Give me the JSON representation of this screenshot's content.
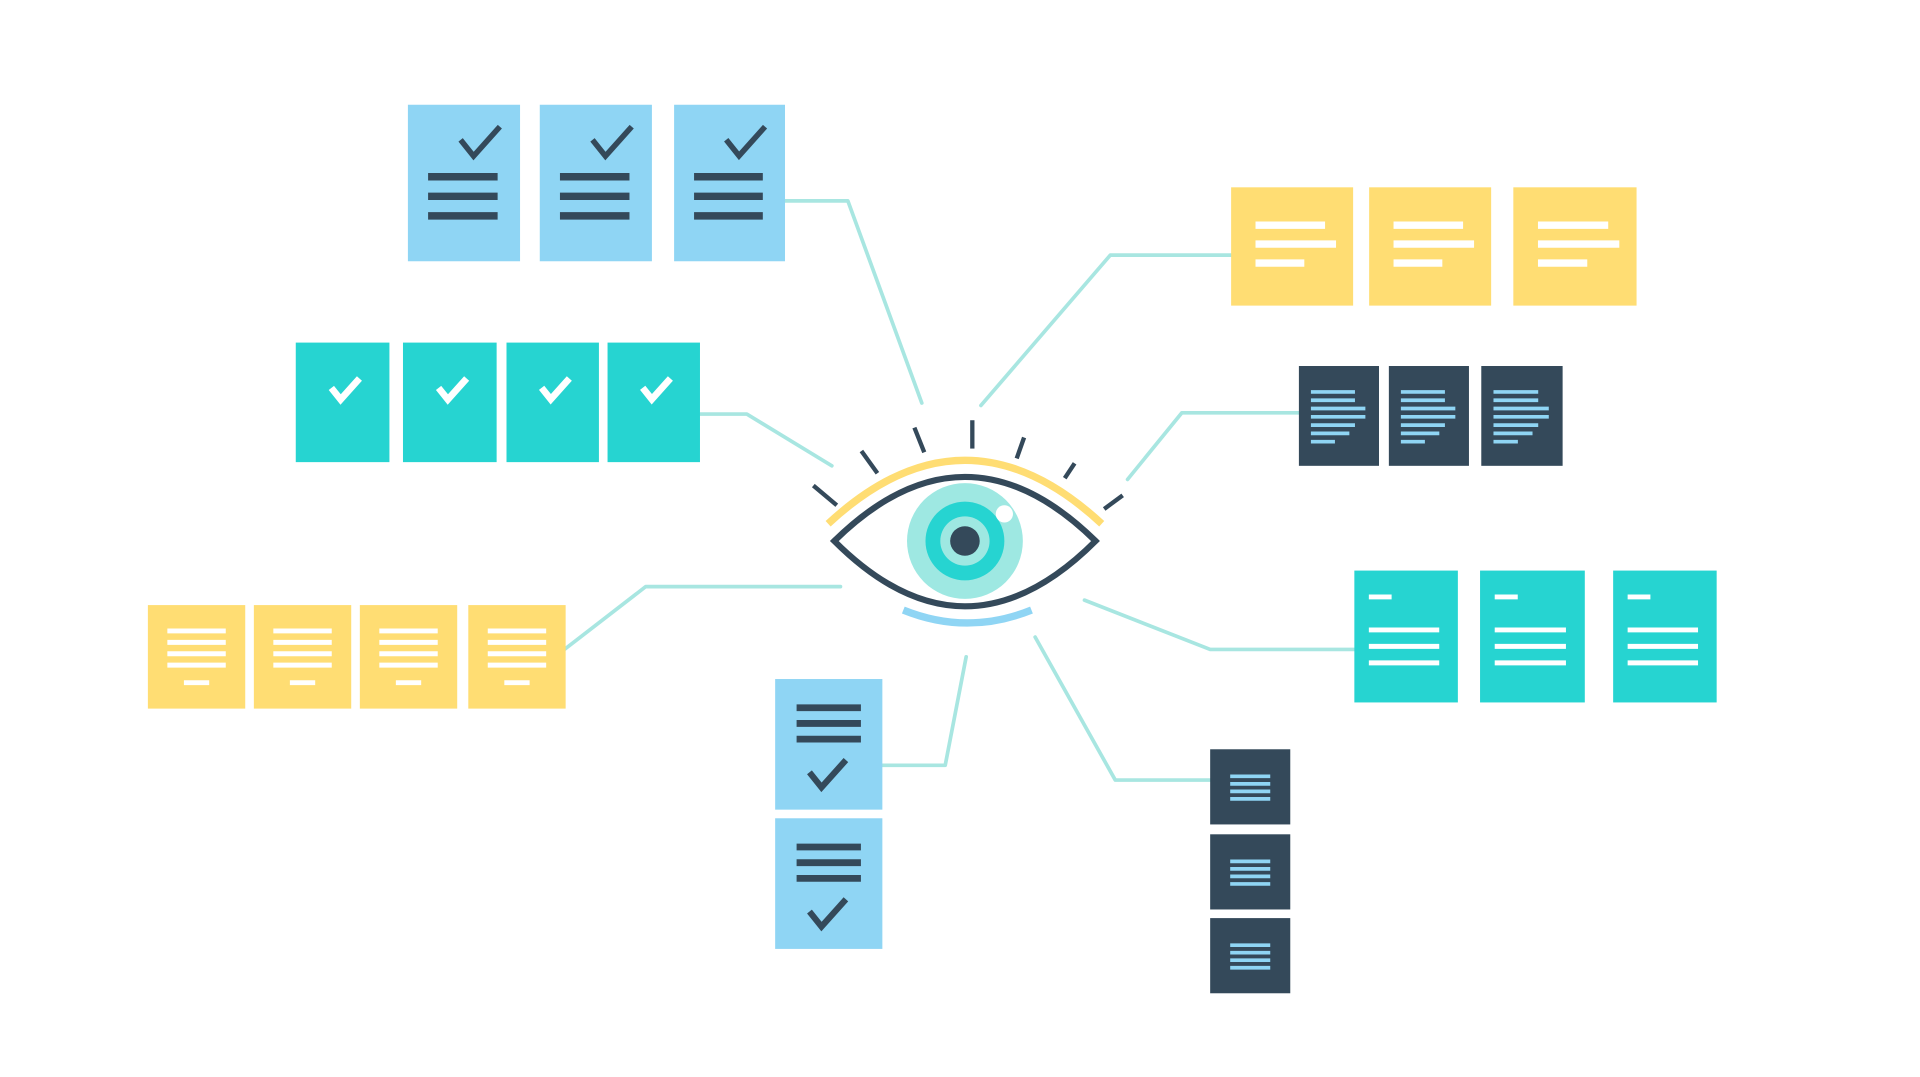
{
  "colors": {
    "background": "#ffffff",
    "connector": "#a8e6e1",
    "light_blue": "#8fd5f4",
    "teal": "#26d4d1",
    "yellow": "#ffdd73",
    "navy": "#34495a",
    "white": "#ffffff",
    "iris_outer": "#9ee8e2",
    "iris_ring": "#26d4d1"
  },
  "center": {
    "icon": "eye-icon",
    "upper_arc_color": "#ffdd73",
    "lower_arc_color": "#8fd5f4"
  },
  "groups": [
    {
      "id": "top-left",
      "icon": "checked-list-document-icon",
      "color": "light_blue",
      "count": 3
    },
    {
      "id": "mid-left",
      "icon": "checkmark-card-icon",
      "color": "teal",
      "count": 4
    },
    {
      "id": "bottom-left",
      "icon": "centered-text-document-icon",
      "color": "yellow",
      "count": 4
    },
    {
      "id": "bottom-center",
      "icon": "list-checkmark-card-icon",
      "color": "light_blue",
      "count": 2
    },
    {
      "id": "bottom-right",
      "icon": "small-text-block-icon",
      "color": "navy",
      "count": 3
    },
    {
      "id": "mid-right",
      "icon": "heading-text-document-icon",
      "color": "teal",
      "count": 3
    },
    {
      "id": "upper-right",
      "icon": "text-page-icon",
      "color": "navy",
      "count": 3
    },
    {
      "id": "top-right",
      "icon": "left-aligned-text-note-icon",
      "color": "yellow",
      "count": 3
    }
  ]
}
